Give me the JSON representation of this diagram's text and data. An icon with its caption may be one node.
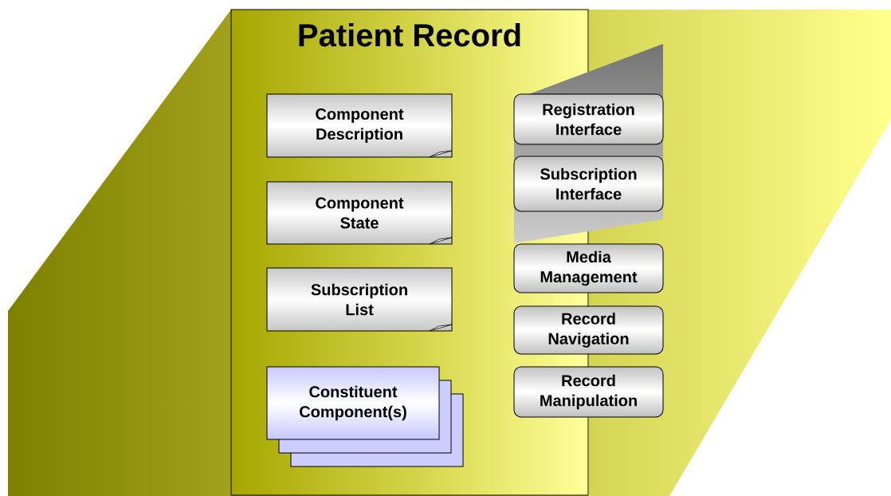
{
  "diagram": {
    "nodes": [
      {
        "text": [
          "Patient Record"
        ]
      },
      {
        "text": [
          "Component Description"
        ],
        "in": 0
      },
      {
        "text": [
          "Component State"
        ],
        "in": 0
      },
      {
        "text": [
          "Subscription List"
        ],
        "in": 0
      },
      {
        "text": [
          "Constituent Component(s)"
        ],
        "in": 0
      },
      {
        "text": [
          "Registration Interface"
        ]
      },
      {
        "text": [
          "Subscription Interface"
        ]
      },
      {
        "text": [
          "Media Management"
        ]
      },
      {
        "text": [
          "Record Navigation"
        ]
      },
      {
        "text": [
          "Record Manipulation"
        ]
      }
    ]
  }
}
